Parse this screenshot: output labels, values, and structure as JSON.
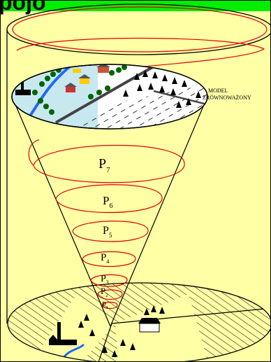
{
  "header": {
    "title_fragment": "pojo"
  },
  "model_label": {
    "line1": "MODEL",
    "line2": "ZRÓWNOWAŻONY"
  },
  "stages": [
    {
      "letter": "P",
      "sub": "7"
    },
    {
      "letter": "P",
      "sub": "6"
    },
    {
      "letter": "P",
      "sub": "5"
    },
    {
      "letter": "P",
      "sub": "4"
    },
    {
      "letter": "P",
      "sub": "3"
    },
    {
      "letter": "P",
      "sub": "2"
    },
    {
      "letter": "P",
      "sub": "1"
    }
  ],
  "colors": {
    "background": "#ffffa6",
    "header_band": "#00ee00",
    "spiral": "#e00000",
    "lake": "#c8e8f0",
    "river": "#2266ff",
    "outline": "#000000"
  }
}
